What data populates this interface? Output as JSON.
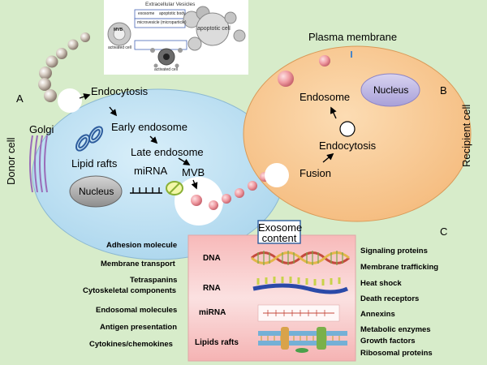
{
  "inset": {
    "title": "Extracellular Vesicles",
    "exosome": "exosome",
    "apoptotic_body": "apoptotic body",
    "mvb": "MVB",
    "microvesicle": "microvesicle (microparticle)",
    "activated_cell_1": "activated cell",
    "activated_cell_2": "activated cell",
    "apoptotic_cell": "apoptotic cell"
  },
  "donor": {
    "panel_letter": "A",
    "cell_label": "Donor cell",
    "endocytosis": "Endocytosis",
    "golgi": "Golgi",
    "early_endosome": "Early endosome",
    "lipid_rafts": "Lipid rafts",
    "late_endosome": "Late endosome",
    "mirna": "miRNA",
    "mvb": "MVB",
    "nucleus": "Nucleus"
  },
  "recipient": {
    "panel_letter": "B",
    "plasma_membrane": "Plasma membrane",
    "cell_label": "Recipient cell",
    "nucleus": "Nucleus",
    "endosome": "Endosome",
    "endocytosis": "Endocytosis",
    "fusion": "Fusion"
  },
  "content": {
    "panel_letter": "C",
    "title_line1": "Exosome",
    "title_line2": "content",
    "left": [
      "Adhesion molecule",
      "Membrane transport",
      "Tetraspanins",
      "Cytoskeletal components",
      "Endosomal molecules",
      "Antigen presentation",
      "Cytokines/chemokines"
    ],
    "center": [
      "DNA",
      "RNA",
      "miRNA",
      "Lipids rafts"
    ],
    "right": [
      "Signaling proteins",
      "Membrane trafficking",
      "Heat shock",
      "Death receptors",
      "Annexins",
      "Metabolic enzymes",
      "Growth factors",
      "Ribosomal proteins"
    ]
  },
  "colors": {
    "background": "#d7ecca",
    "donor_cell": "#b7def1",
    "recipient_cell": "#f7c68c",
    "nucleus": "#b9b2df",
    "vesicle": "#ef9aa1",
    "content_box": "#f9c7c7"
  }
}
